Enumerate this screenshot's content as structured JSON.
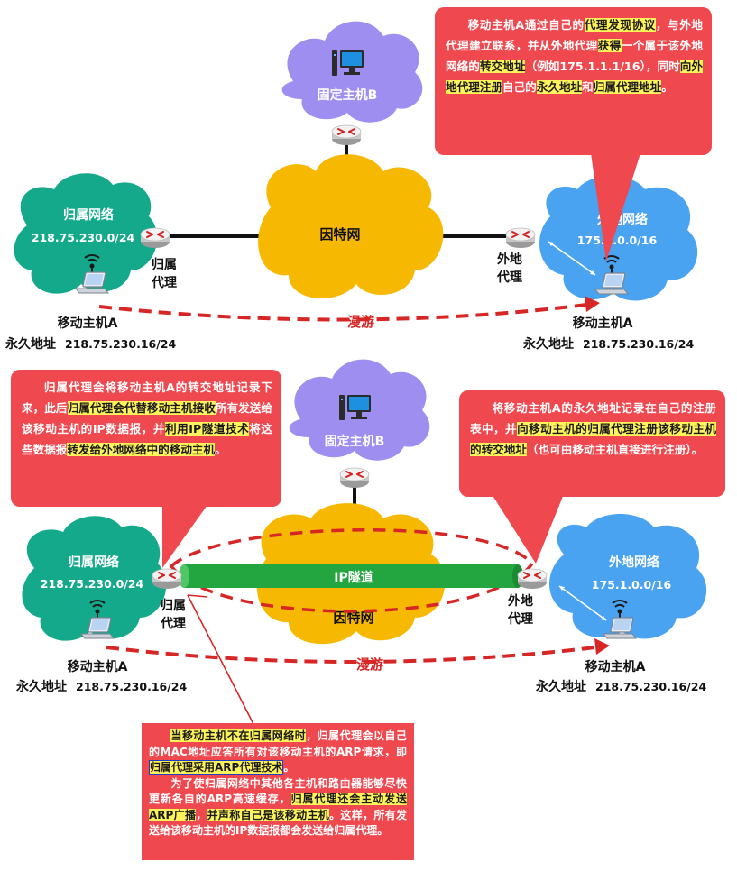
{
  "top": {
    "fixed_host": "固定主机B",
    "internet": "因特网",
    "home_net": {
      "name": "归属网络",
      "addr": "218.75.230.0/24"
    },
    "foreign_net": {
      "name": "外地网络",
      "addr": "175.1.0.0/16"
    },
    "home_agent": [
      "归属",
      "代理"
    ],
    "foreign_agent": [
      "外地",
      "代理"
    ],
    "roam": "漫游",
    "mobile_left": {
      "name": "移动主机A",
      "perm_label": "永久地址",
      "perm_addr": "218.75.230.16/24"
    },
    "mobile_right": {
      "name": "移动主机A",
      "perm_label": "永久地址",
      "perm_addr": "218.75.230.16/24"
    },
    "callout": [
      {
        "t": "移动主机A通过自己的",
        "h": false
      },
      {
        "t": "代理发现协议",
        "h": true
      },
      {
        "t": "，与外地代理建立联系，并从外地代理",
        "h": false
      },
      {
        "t": "获得",
        "h": true
      },
      {
        "t": "一个属于该外地网络的",
        "h": false
      },
      {
        "t": "转交地址",
        "h": true
      },
      {
        "t": "（例如175.1.1.1/16）",
        "h": false
      },
      {
        "t": "，同时",
        "h": false
      },
      {
        "t": "向外地代理注册",
        "h": true
      },
      {
        "t": "自己的",
        "h": false
      },
      {
        "t": "永久地址",
        "h": true
      },
      {
        "t": "和",
        "h": false
      },
      {
        "t": "归属代理地址",
        "h": true
      },
      {
        "t": "。",
        "h": false
      }
    ]
  },
  "bottom": {
    "fixed_host": "固定主机B",
    "internet": "因特网",
    "tunnel": "IP隧道",
    "home_net": {
      "name": "归属网络",
      "addr": "218.75.230.0/24"
    },
    "foreign_net": {
      "name": "外地网络",
      "addr": "175.1.0.0/16"
    },
    "home_agent": [
      "归属",
      "代理"
    ],
    "foreign_agent": [
      "外地",
      "代理"
    ],
    "roam": "漫游",
    "mobile_left": {
      "name": "移动主机A",
      "perm_label": "永久地址",
      "perm_addr": "218.75.230.16/24"
    },
    "mobile_right": {
      "name": "移动主机A",
      "perm_label": "永久地址",
      "perm_addr": "218.75.230.16/24"
    },
    "callout_left": [
      {
        "t": "归属代理会将移动主机A的转交地址记录下来，此后",
        "h": false
      },
      {
        "t": "归属代理会代替移动主机接收",
        "h": true
      },
      {
        "t": "所有发送给该移动主机的IP数据报，并",
        "h": false
      },
      {
        "t": "利用IP隧道技术",
        "h": true
      },
      {
        "t": "将这些数据报",
        "h": false
      },
      {
        "t": "转发给外地网络中的移动主机",
        "h": true
      },
      {
        "t": "。",
        "h": false
      }
    ],
    "callout_right": [
      {
        "t": "将移动主机A的永久地址记录在自己的注册表中，并",
        "h": false
      },
      {
        "t": "向移动主机的归属代理注册该移动主机的转交地址",
        "h": true
      },
      {
        "t": "（也可由移动主机直接进行注册）。",
        "h": false
      }
    ],
    "callout_bottom": [
      {
        "t": "当移动主机不在归属网络时",
        "h": "y"
      },
      {
        "t": "，归属代理会以自己的MAC地址应答所有对该移动主机的ARP请求，即",
        "h": ""
      },
      {
        "t": "归属代理采用ARP代理技术",
        "h": "b"
      },
      {
        "t": "。",
        "h": ""
      },
      {
        "t": "为了使归属网络中其他各主机和路由器能够尽快更新各自的ARP高速缓存，",
        "h": "",
        "br": true
      },
      {
        "t": "归属代理还会主动发送ARP广播",
        "h": "y"
      },
      {
        "t": "，",
        "h": ""
      },
      {
        "t": "并声称自己是该移动主机",
        "h": "y"
      },
      {
        "t": "。这样，所有发送给该移动主机的IP数据报都会发送给归属代理。",
        "h": ""
      }
    ]
  },
  "colors": {
    "internet_cloud": "#f6b800",
    "home_cloud": "#14a98a",
    "foreign_cloud": "#4aa3f0",
    "fixed_cloud": "#9d8ef0",
    "callout": "#f0484f",
    "highlight": "#fff35a",
    "tunnel": "#23a53f",
    "roam": "#d62626"
  }
}
